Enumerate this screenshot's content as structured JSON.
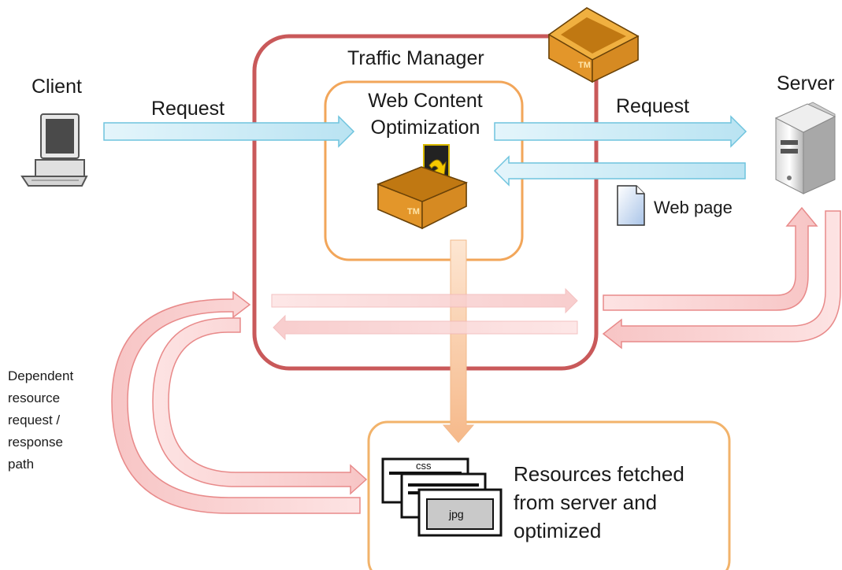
{
  "labels": {
    "client": "Client",
    "server": "Server",
    "traffic_manager": "Traffic Manager",
    "wco_line1": "Web Content",
    "wco_line2": "Optimization",
    "request_left": "Request",
    "request_right": "Request",
    "web_page": "Web page",
    "dependent_path": "Dependent\nresource\nrequest /\nresponse\npath",
    "resources_text": "Resources fetched\nfrom server and\noptimized",
    "css_file": "css",
    "jpg_file": "jpg",
    "tm_mark": "TM"
  },
  "colors": {
    "traffic_manager_border": "#c9595a",
    "wco_border": "#f2a65a",
    "resources_border": "#f2b36b",
    "request_arrow_fill": "#c5e8f4",
    "request_arrow_stroke": "#6fc4de",
    "dependent_arrow_fill": "#fbd0d0",
    "dependent_arrow_stroke": "#e88a8a",
    "down_arrow_fill": "#f9caa0",
    "box_orange": "#e3962a"
  },
  "icons": [
    "computer-icon",
    "server-icon",
    "document-icon",
    "tm-box-icon",
    "tm-box-with-arrow-icon",
    "file-stack-icon"
  ]
}
